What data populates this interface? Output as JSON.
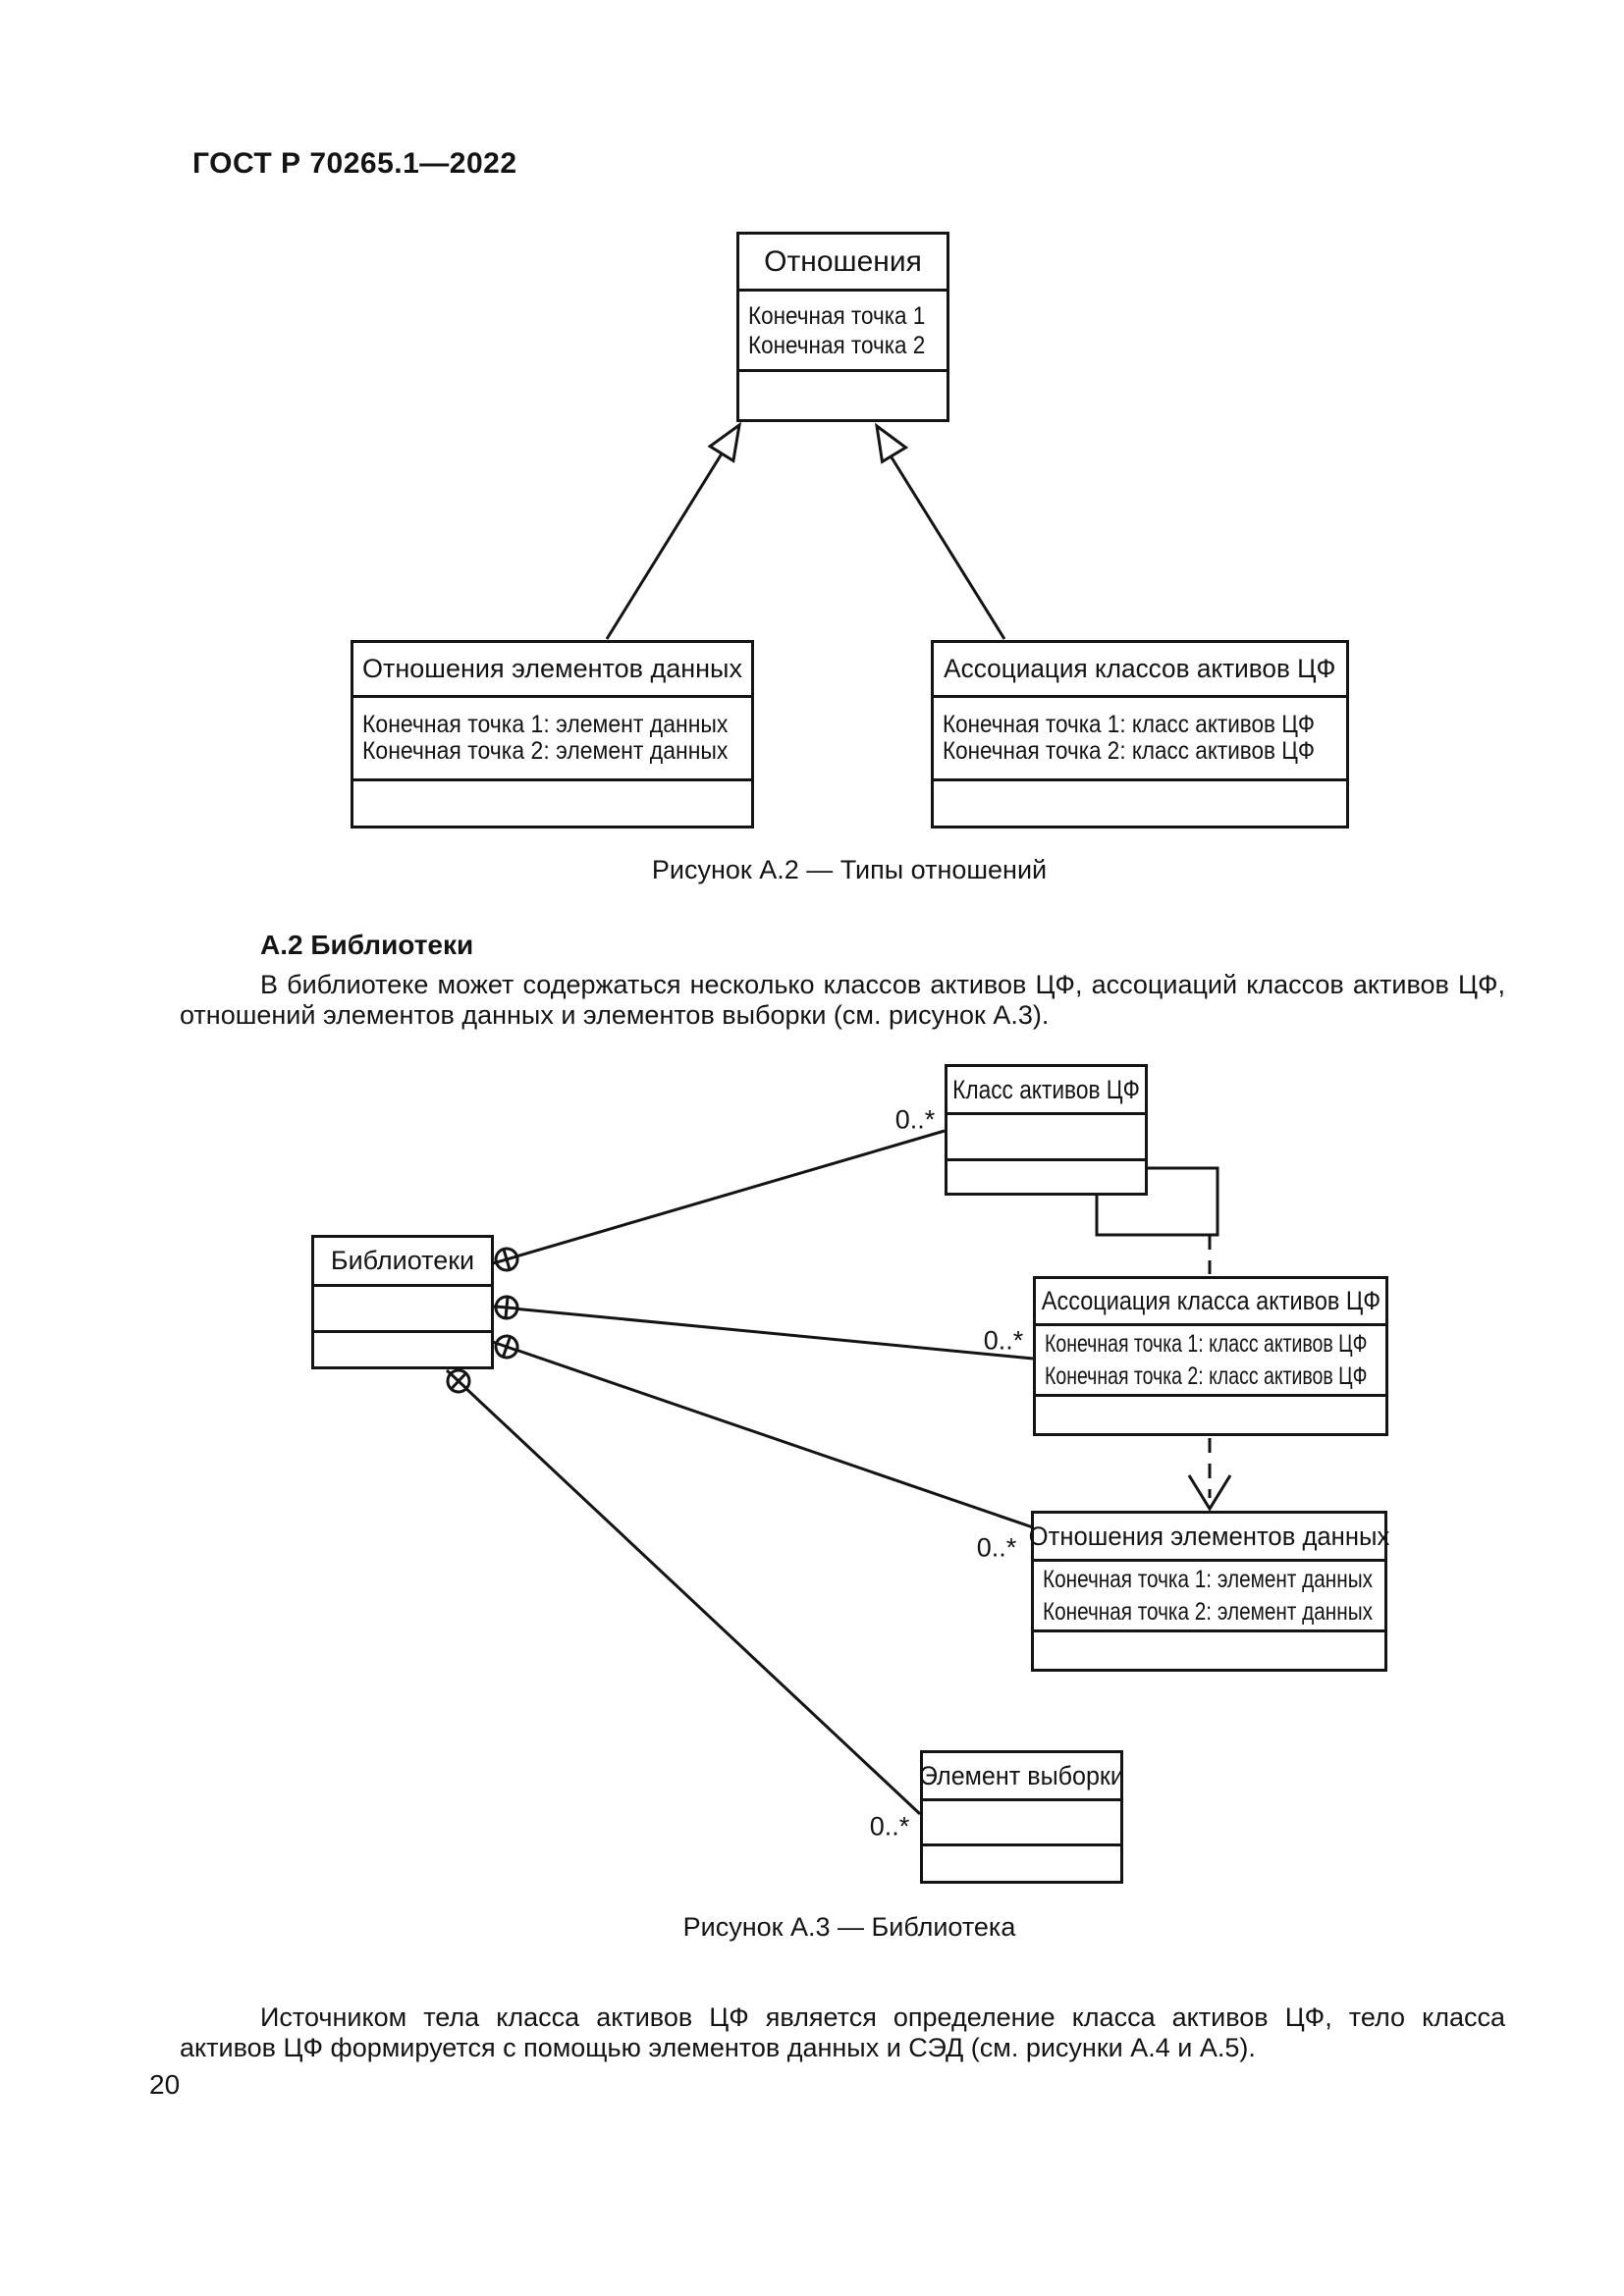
{
  "header": {
    "title": "ГОСТ Р 70265.1—2022"
  },
  "figure_a2": {
    "caption": "Рисунок А.2 — Типы отношений",
    "parent_class": {
      "title": "Отношения",
      "attrs": [
        "Конечная точка 1",
        "Конечная точка 2"
      ]
    },
    "left_class": {
      "title": "Отношения элементов данных",
      "attrs": [
        "Конечная точка 1: элемент данных",
        "Конечная точка 2: элемент данных"
      ]
    },
    "right_class": {
      "title": "Ассоциация классов активов ЦФ",
      "attrs": [
        "Конечная точка 1: класс активов ЦФ",
        "Конечная точка 2: класс активов ЦФ"
      ]
    }
  },
  "section_a2": {
    "heading": "А.2 Библиотеки",
    "paragraph": "В библиотеке может содержаться несколько классов активов ЦФ, ассоциаций классов активов ЦФ, отношений элементов данных и элементов выборки (см. рисунок А.3)."
  },
  "figure_a3": {
    "caption": "Рисунок А.3 — Библиотека",
    "library_class": {
      "title": "Библиотеки"
    },
    "asset_class": {
      "title": "Класс активов ЦФ"
    },
    "association_class": {
      "title": "Ассоциация класса активов ЦФ",
      "attrs": [
        "Конечная точка 1: класс активов ЦФ",
        "Конечная точка 2: класс активов ЦФ"
      ]
    },
    "relation_class": {
      "title": "Отношения элементов данных",
      "attrs": [
        "Конечная точка 1: элемент данных",
        "Конечная точка 2: элемент данных"
      ]
    },
    "sample_class": {
      "title": "Элемент выборки"
    },
    "multiplicities": [
      "0..*",
      "0..*",
      "0..*",
      "0..*"
    ]
  },
  "closing": {
    "paragraph": "Источником тела класса активов ЦФ является определение класса активов ЦФ, тело класса активов ЦФ формируется с помощью элементов данных и СЭД (см. рисунки А.4 и А.5)."
  },
  "footer": {
    "page_number": "20"
  },
  "colors": {
    "ink": "#141414",
    "paper": "#ffffff"
  }
}
